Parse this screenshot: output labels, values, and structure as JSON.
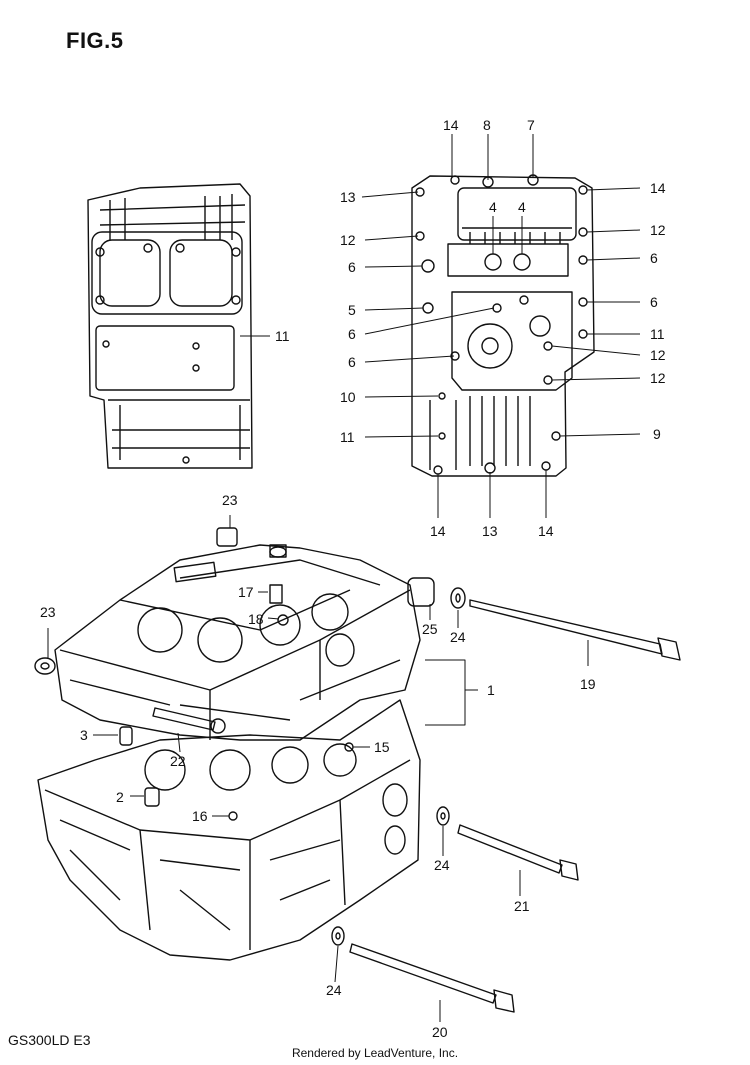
{
  "title": "FIG.5",
  "model_code": "GS300LD  E3",
  "credit": "Rendered by LeadVenture, Inc.",
  "callouts": [
    {
      "id": "c14a",
      "text": "14"
    },
    {
      "id": "c8",
      "text": "8"
    },
    {
      "id": "c7",
      "text": "7"
    },
    {
      "id": "c13a",
      "text": "13"
    },
    {
      "id": "c14b",
      "text": "14"
    },
    {
      "id": "c4a",
      "text": "4"
    },
    {
      "id": "c4b",
      "text": "4"
    },
    {
      "id": "c12a",
      "text": "12"
    },
    {
      "id": "c12b",
      "text": "12"
    },
    {
      "id": "c6a",
      "text": "6"
    },
    {
      "id": "c6b",
      "text": "6"
    },
    {
      "id": "c5",
      "text": "5"
    },
    {
      "id": "c6c",
      "text": "6"
    },
    {
      "id": "c11a",
      "text": "11"
    },
    {
      "id": "c11b",
      "text": "11"
    },
    {
      "id": "c6d",
      "text": "6"
    },
    {
      "id": "c6e",
      "text": "6"
    },
    {
      "id": "c12c",
      "text": "12"
    },
    {
      "id": "c12d",
      "text": "12"
    },
    {
      "id": "c10",
      "text": "10"
    },
    {
      "id": "c11c",
      "text": "11"
    },
    {
      "id": "c9",
      "text": "9"
    },
    {
      "id": "c14c",
      "text": "14"
    },
    {
      "id": "c13b",
      "text": "13"
    },
    {
      "id": "c14d",
      "text": "14"
    },
    {
      "id": "c23a",
      "text": "23"
    },
    {
      "id": "c23b",
      "text": "23"
    },
    {
      "id": "c17",
      "text": "17"
    },
    {
      "id": "c18",
      "text": "18"
    },
    {
      "id": "c25",
      "text": "25"
    },
    {
      "id": "c24a",
      "text": "24"
    },
    {
      "id": "c19",
      "text": "19"
    },
    {
      "id": "c1",
      "text": "1"
    },
    {
      "id": "c3",
      "text": "3"
    },
    {
      "id": "c22",
      "text": "22"
    },
    {
      "id": "c15",
      "text": "15"
    },
    {
      "id": "c2",
      "text": "2"
    },
    {
      "id": "c16",
      "text": "16"
    },
    {
      "id": "c24b",
      "text": "24"
    },
    {
      "id": "c21",
      "text": "21"
    },
    {
      "id": "c24c",
      "text": "24"
    },
    {
      "id": "c20",
      "text": "20"
    }
  ]
}
